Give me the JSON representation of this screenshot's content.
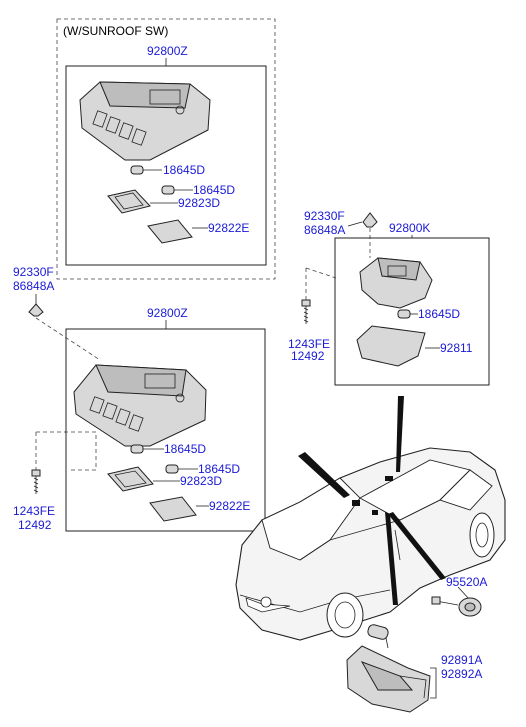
{
  "header": {
    "sunroof_label": "(W/SUNROOF SW)"
  },
  "group_top": {
    "console": "92800Z",
    "bulb1": "18645D",
    "bulb2": "18645D",
    "lens1": "92823D",
    "lens2": "92822E"
  },
  "group_middle": {
    "console": "92800Z",
    "bulb1": "18645D",
    "bulb2": "18645D",
    "lens1": "92823D",
    "lens2": "92822E"
  },
  "left_fasteners": {
    "clip_a": "92330F",
    "clip_b": "86848A",
    "screw_a": "1243FE",
    "screw_b": "12492"
  },
  "group_right": {
    "clip_a": "92330F",
    "clip_b": "86848A",
    "console": "92800K",
    "bulb": "18645D",
    "screw_a": "1243FE",
    "screw_b": "12492",
    "lens": "92811"
  },
  "sensor": {
    "part": "95520A"
  },
  "trunk_lamp": {
    "part_a": "92891A",
    "part_b": "92892A"
  },
  "colors": {
    "label": "#1a1ad6",
    "line": "#222222"
  }
}
